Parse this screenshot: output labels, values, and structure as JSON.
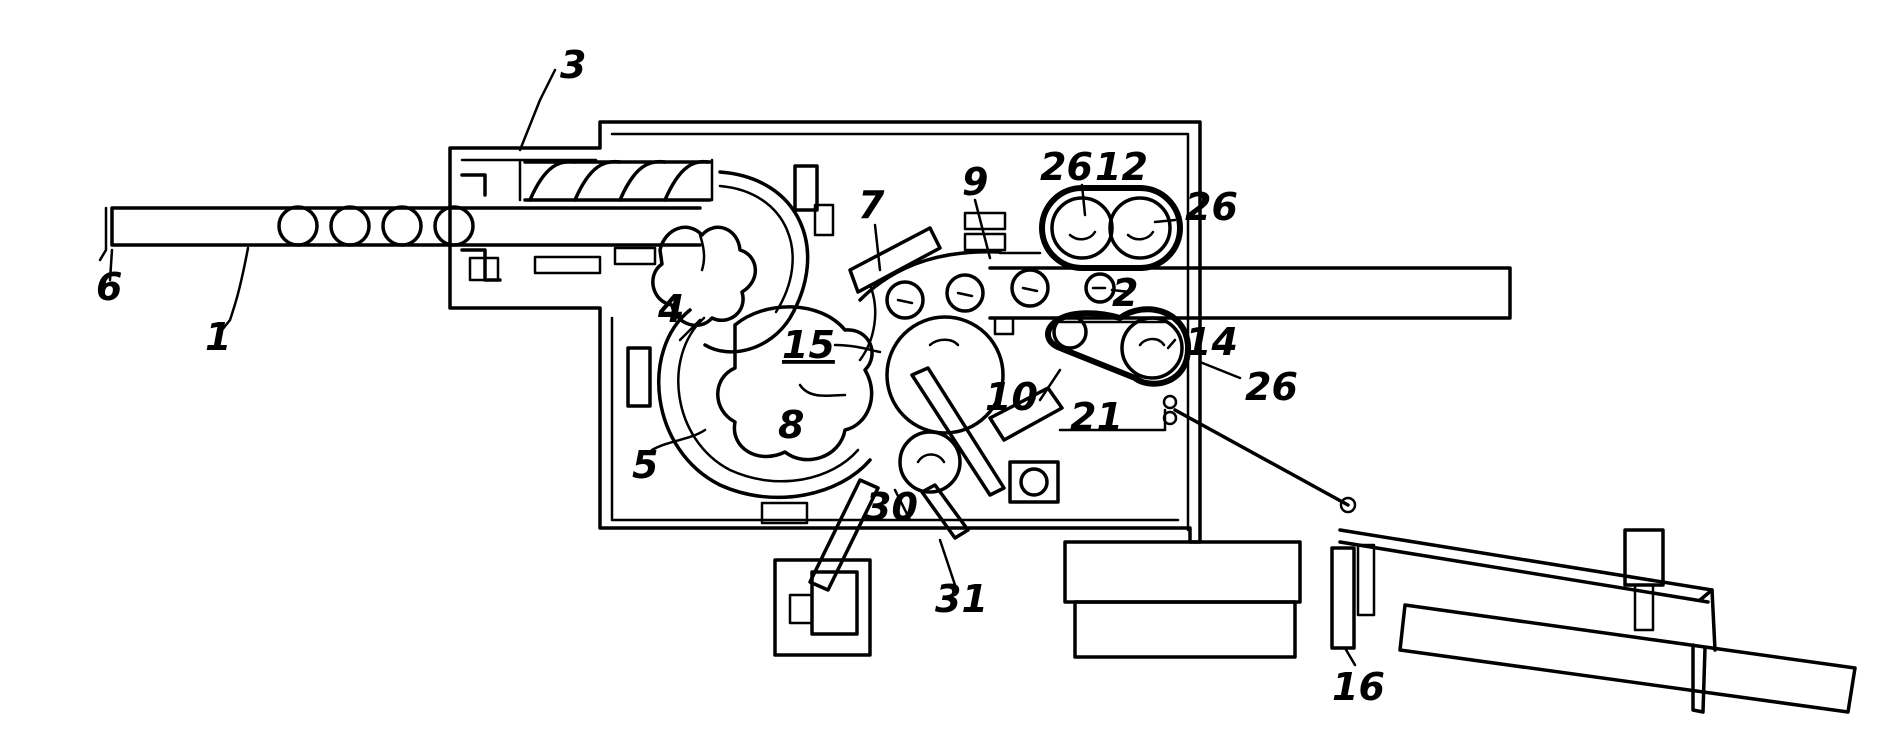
{
  "figure": {
    "labels": {
      "l1": "1",
      "l2": "2",
      "l3": "3",
      "l4": "4",
      "l5": "5",
      "l6": "6",
      "l7": "7",
      "l8": "8",
      "l9": "9",
      "l10": "10",
      "l12": "12",
      "l14": "14",
      "l15": "15",
      "l16": "16",
      "l21": "21",
      "l26a": "26",
      "l26b": "26",
      "l26c": "26",
      "l30": "30",
      "l31": "31"
    }
  }
}
